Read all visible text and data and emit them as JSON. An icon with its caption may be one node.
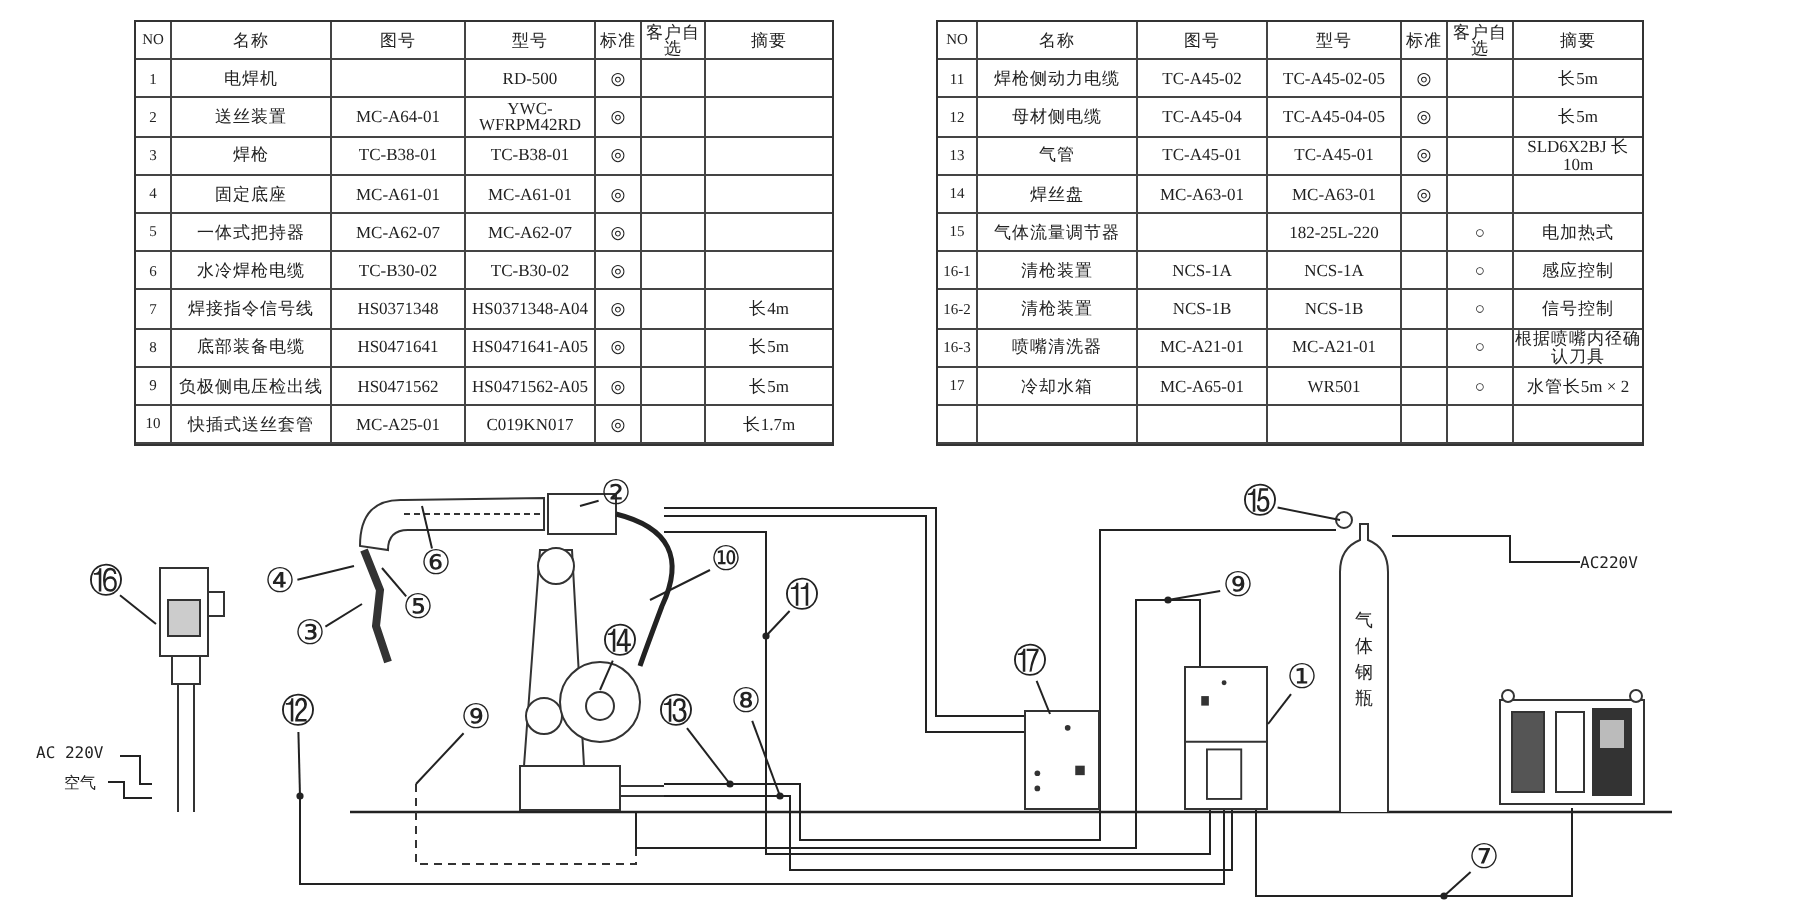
{
  "diagram": {
    "nodes": [
      {
        "text": [],
        "shape": "picture"
      },
      {
        "text": [],
        "shape": "picture"
      },
      {
        "text": [],
        "shape": "box"
      },
      {
        "text": [],
        "shape": "box"
      },
      {
        "text": [
          "气体钢瓶"
        ]
      },
      {
        "text": [],
        "shape": "picture"
      },
      {
        "text": [
          "①"
        ]
      },
      {
        "text": [
          "②"
        ]
      },
      {
        "text": [
          "③"
        ]
      },
      {
        "text": [
          "④"
        ]
      },
      {
        "text": [
          "⑤"
        ],
        "in": 0
      },
      {
        "text": [
          "⑥"
        ],
        "in": 0
      },
      {
        "text": [
          "⑦"
        ]
      },
      {
        "text": [
          "⑧"
        ]
      },
      {
        "text": [
          "⑨"
        ],
        "in": 0
      },
      {
        "text": [
          "⑨"
        ]
      },
      {
        "text": [
          "⑩"
        ]
      },
      {
        "text": [
          "⑪"
        ]
      },
      {
        "text": [
          "⑫"
        ]
      },
      {
        "text": [
          "⑬"
        ]
      },
      {
        "text": [
          "⑭"
        ],
        "in": 0
      },
      {
        "text": [
          "⑮"
        ]
      },
      {
        "text": [
          "⑯"
        ]
      },
      {
        "text": [
          "⑰"
        ]
      },
      {
        "text": [
          "AC 220V"
        ]
      },
      {
        "text": [
          "空气"
        ]
      },
      {
        "text": [
          "AC220V"
        ]
      }
    ],
    "edges": [
      {
        "from": 0,
        "to": 2,
        "arrow": "none"
      },
      {
        "from": 0,
        "to": 2,
        "arrow": "none"
      },
      {
        "from": 0,
        "to": 3,
        "arrow": "none"
      },
      {
        "from": 0,
        "to": 3,
        "arrow": "none"
      },
      {
        "from": 4,
        "to": 0,
        "arrow": "none"
      },
      {
        "from": 3,
        "to": 5,
        "arrow": "none"
      },
      {
        "from": 3,
        "to": 0,
        "arrow": "none"
      },
      {
        "from": 3,
        "to": null,
        "arrow": "none"
      },
      {
        "from": 4,
        "to": 26,
        "arrow": "none"
      },
      {
        "from": 1,
        "to": 24,
        "arrow": "none"
      },
      {
        "from": 1,
        "to": 25,
        "arrow": "none"
      },
      {
        "from": 6,
        "to": 3,
        "arrow": "none"
      },
      {
        "from": 7,
        "to": 0,
        "arrow": "none"
      },
      {
        "from": 8,
        "to": 0,
        "arrow": "none"
      },
      {
        "from": 9,
        "to": 0,
        "arrow": "none"
      },
      {
        "from": 10,
        "to": 0,
        "arrow": "none"
      },
      {
        "from": 11,
        "to": 0,
        "arrow": "none"
      },
      {
        "from": 12,
        "to": null,
        "arrow": "other"
      },
      {
        "from": 13,
        "to": null,
        "arrow": "other"
      },
      {
        "from": 14,
        "to": 0,
        "arrow": "none"
      },
      {
        "from": 15,
        "to": null,
        "arrow": "other"
      },
      {
        "from": 16,
        "to": 0,
        "arrow": "none"
      },
      {
        "from": 17,
        "to": null,
        "arrow": "other"
      },
      {
        "from": 18,
        "to": null,
        "arrow": "other"
      },
      {
        "from": 19,
        "to": null,
        "arrow": "other"
      },
      {
        "from": 20,
        "to": 0,
        "arrow": "none"
      },
      {
        "from": 21,
        "to": 4,
        "arrow": "none"
      },
      {
        "from": 22,
        "to": 1,
        "arrow": "none"
      },
      {
        "from": 23,
        "to": 2,
        "arrow": "none"
      }
    ],
    "labels": [
      "NO",
      "名称",
      "图号",
      "型号",
      "标准",
      "客户自选",
      "摘要",
      "1",
      "电焊机",
      "RD-500",
      "◎",
      "2",
      "送丝装置",
      "MC-A64-01",
      "YWC-WFRPM42RD",
      "◎",
      "3",
      "焊枪",
      "TC-B38-01",
      "TC-B38-01",
      "◎",
      "4",
      "固定底座",
      "MC-A61-01",
      "MC-A61-01",
      "◎",
      "5",
      "一体式把持器",
      "MC-A62-07",
      "MC-A62-07",
      "◎",
      "6",
      "水冷焊枪电缆",
      "TC-B30-02",
      "TC-B30-02",
      "◎",
      "7",
      "焊接指令信号线",
      "HS0371348",
      "HS0371348-A04",
      "◎",
      "长4m",
      "8",
      "底部装备电缆",
      "HS0471641",
      "HS0471641-A05",
      "◎",
      "长5m",
      "9",
      "负极侧电压检出线",
      "HS0471562",
      "HS0471562-A05",
      "◎",
      "长5m",
      "10",
      "快插式送丝套管",
      "MC-A25-01",
      "C019KN017",
      "◎",
      "长1.7m",
      "NO",
      "名称",
      "图号",
      "型号",
      "标准",
      "客户自选",
      "摘要",
      "11",
      "焊枪侧动力电缆",
      "TC-A45-02",
      "TC-A45-02-05",
      "◎",
      "长5m",
      "12",
      "母材侧电缆",
      "TC-A45-04",
      "TC-A45-04-05",
      "◎",
      "长5m",
      "13",
      "气管",
      "TC-A45-01",
      "TC-A45-01",
      "◎",
      "SLD6X2BJ 长10m",
      "14",
      "焊丝盘",
      "MC-A63-01",
      "MC-A63-01",
      "◎",
      "15",
      "气体流量调节器",
      "182-25L-220",
      "○",
      "电加热式",
      "16-1",
      "清枪装置",
      "NCS-1A",
      "NCS-1A",
      "○",
      "感应控制",
      "16-2",
      "清枪装置",
      "NCS-1B",
      "NCS-1B",
      "○",
      "信号控制",
      "16-3",
      "喷嘴清洗器",
      "MC-A21-01",
      "MC-A21-01",
      "○",
      "根据喷嘴内径确认刀具",
      "17",
      "冷却水箱",
      "MC-A65-01",
      "WR501",
      "○",
      "水管长5m × 2"
    ]
  }
}
